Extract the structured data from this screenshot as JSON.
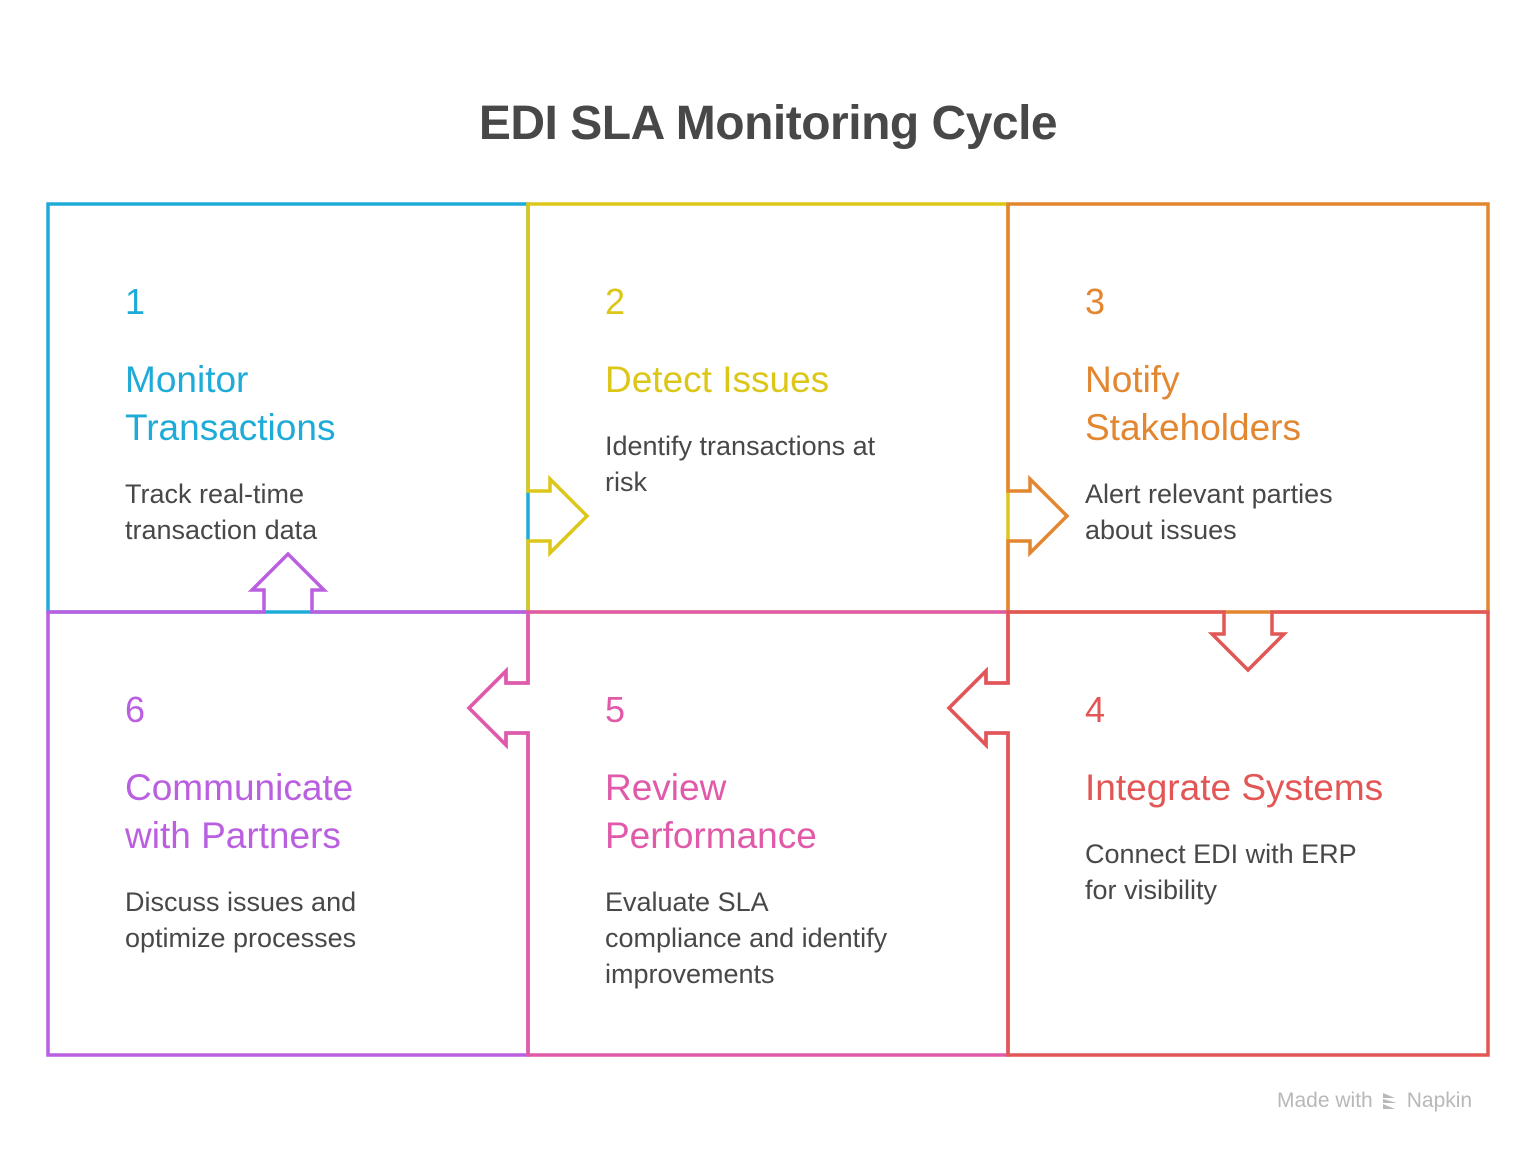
{
  "title": "EDI SLA Monitoring Cycle",
  "steps": [
    {
      "number": "1",
      "name": "Monitor Transactions",
      "name_lines": [
        "Monitor",
        "Transactions"
      ],
      "description_lines": [
        "Track real-time",
        "transaction data"
      ],
      "color": "#1fabd8"
    },
    {
      "number": "2",
      "name": "Detect Issues",
      "name_lines": [
        "Detect Issues"
      ],
      "description_lines": [
        "Identify transactions at",
        "risk"
      ],
      "color": "#dcc718"
    },
    {
      "number": "3",
      "name": "Notify Stakeholders",
      "name_lines": [
        "Notify",
        "Stakeholders"
      ],
      "description_lines": [
        "Alert relevant parties",
        "about issues"
      ],
      "color": "#e2862f"
    },
    {
      "number": "4",
      "name": "Integrate Systems",
      "name_lines": [
        "Integrate Systems"
      ],
      "description_lines": [
        "Connect EDI with ERP",
        "for visibility"
      ],
      "color": "#e25756"
    },
    {
      "number": "5",
      "name": "Review Performance",
      "name_lines": [
        "Review",
        "Performance"
      ],
      "description_lines": [
        "Evaluate SLA",
        "compliance and identify",
        "improvements"
      ],
      "color": "#e05aa9"
    },
    {
      "number": "6",
      "name": "Communicate with Partners",
      "name_lines": [
        "Communicate",
        "with Partners"
      ],
      "description_lines": [
        "Discuss issues and",
        "optimize processes"
      ],
      "color": "#bb5fe1"
    }
  ],
  "flow": [
    "1 -> 2",
    "2 -> 3",
    "3 -> 4",
    "4 -> 5",
    "5 -> 6",
    "6 -> 1"
  ],
  "footer": {
    "made_with": "Made with",
    "brand": "Napkin",
    "icon": "napkin-logo-icon"
  }
}
